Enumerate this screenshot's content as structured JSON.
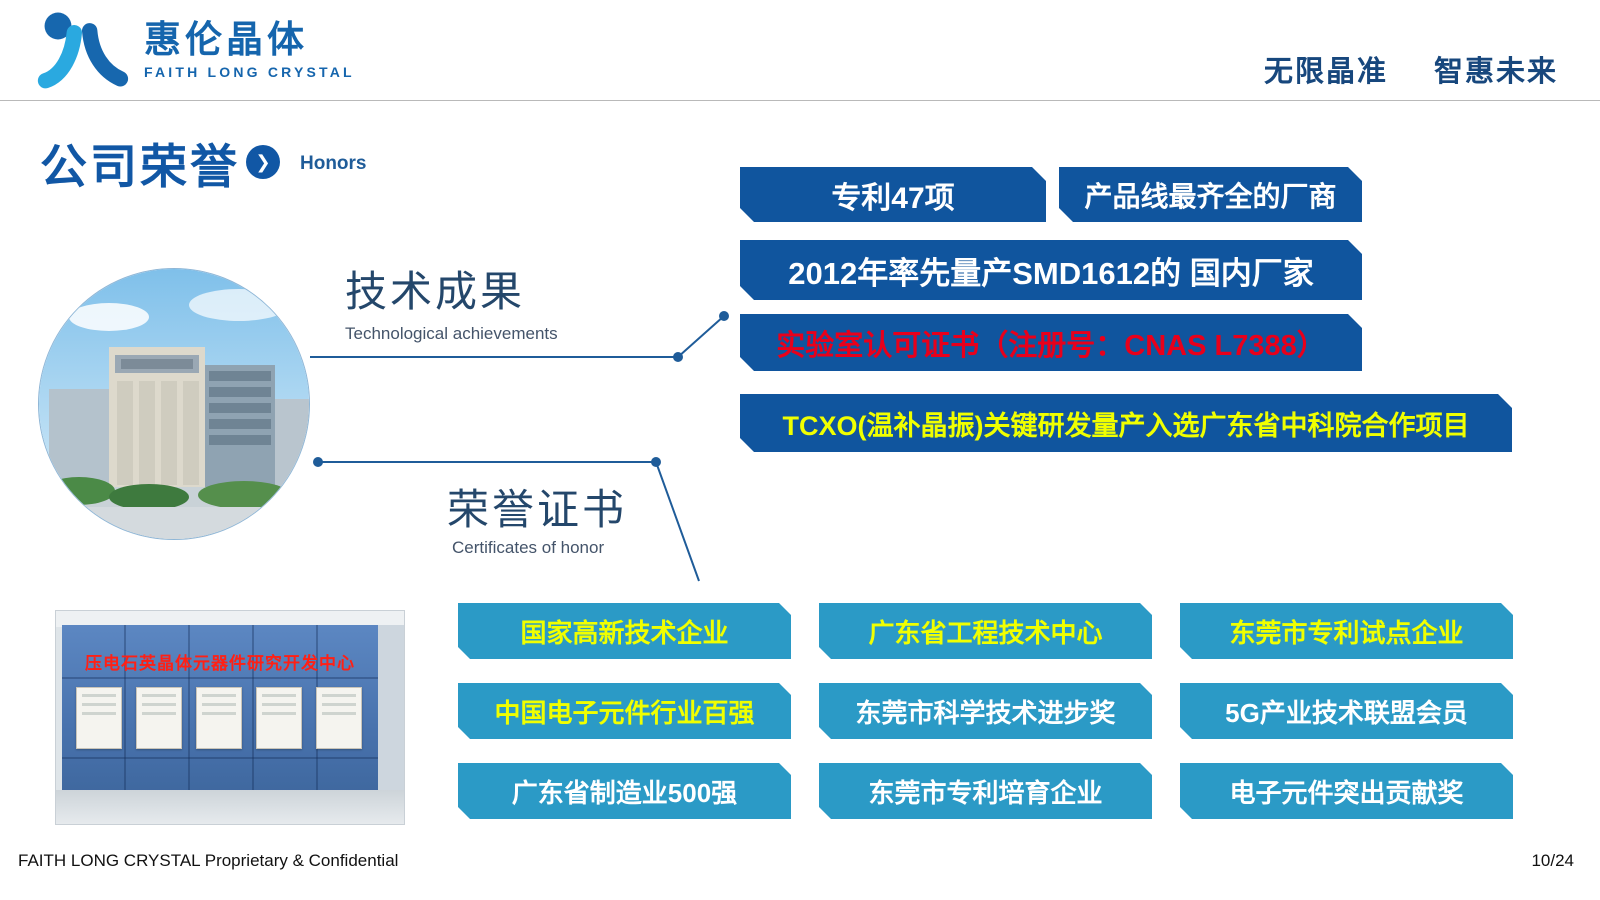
{
  "header": {
    "brand_cn": "惠伦晶体",
    "brand_en": "FAITH LONG CRYSTAL",
    "slogan_part1": "无限晶准",
    "slogan_part2": "智惠未来"
  },
  "title": {
    "cn": "公司荣誉",
    "arrow": "❯",
    "en": "Honors"
  },
  "tech": {
    "heading": "技术成果",
    "subheading": "Technological achievements",
    "banners": [
      {
        "text": "专利47项",
        "color": "#ffffff"
      },
      {
        "text": "产品线最齐全的厂商",
        "color": "#ffffff"
      },
      {
        "text": "2012年率先量产SMD1612的 国内厂家",
        "color": "#ffffff"
      },
      {
        "text": "实验室认可证书（注册号：CNAS  L7388）",
        "color": "#e8001b"
      },
      {
        "text": "TCXO(温补晶振)关键研发量产入选广东省中科院合作项目",
        "color": "#f0ff00"
      }
    ]
  },
  "honor": {
    "heading": "荣誉证书",
    "subheading": "Certificates of honor",
    "chips": [
      {
        "text": "国家高新技术企业",
        "color": "#f0ff00"
      },
      {
        "text": "广东省工程技术中心",
        "color": "#f0ff00"
      },
      {
        "text": "东莞市专利试点企业",
        "color": "#f0ff00"
      },
      {
        "text": "中国电子元件行业百强",
        "color": "#f0ff00"
      },
      {
        "text": "东莞市科学技术进步奖",
        "color": "#ffffff"
      },
      {
        "text": "5G产业技术联盟会员",
        "color": "#ffffff"
      },
      {
        "text": "广东省制造业500强",
        "color": "#ffffff"
      },
      {
        "text": "东莞市专利培育企业",
        "color": "#ffffff"
      },
      {
        "text": "电子元件突出贡献奖",
        "color": "#ffffff"
      }
    ]
  },
  "photo_wall": {
    "caption": "压电石英晶体元器件研究开发中心"
  },
  "footer": {
    "left": "FAITH LONG CRYSTAL Proprietary & Confidential",
    "page": "10/24"
  },
  "colors": {
    "banner_bg": "#10559e",
    "chip_bg": "#2b9ac6",
    "accent": "#1157a5",
    "yellow": "#f0ff00",
    "red": "#e8001b"
  }
}
